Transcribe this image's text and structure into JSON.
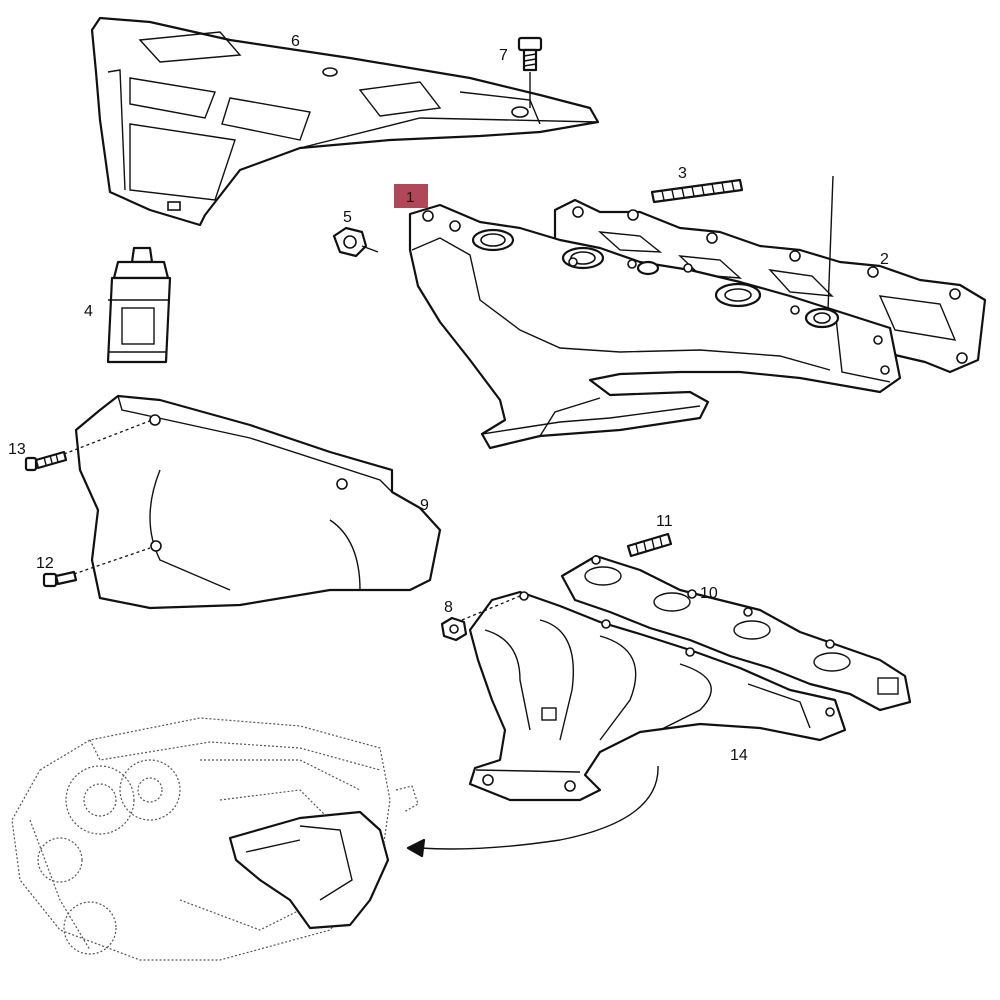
{
  "labels": {
    "p1": "1",
    "p2": "2",
    "p3": "3",
    "p4": "4",
    "p5": "5",
    "p6": "6",
    "p7": "7",
    "p8": "8",
    "p9": "9",
    "p10": "10",
    "p11": "11",
    "p12": "12",
    "p13": "13",
    "p14": "14"
  },
  "highlight_color": "#b0485a"
}
